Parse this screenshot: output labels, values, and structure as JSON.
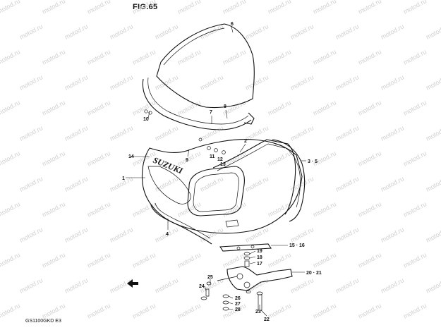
{
  "figure": {
    "title": "FIG.65",
    "model_code": "GS1100GKD E3"
  },
  "watermark": {
    "text": "motod.ru"
  },
  "brand_badge": {
    "text": "SUZUKI"
  },
  "callouts": [
    {
      "id": "c6",
      "text": "6"
    },
    {
      "id": "c7",
      "text": "7"
    },
    {
      "id": "c8",
      "text": "8"
    },
    {
      "id": "c10",
      "text": "10"
    },
    {
      "id": "c9",
      "text": "9"
    },
    {
      "id": "c14",
      "text": "14"
    },
    {
      "id": "c1",
      "text": "1"
    },
    {
      "id": "c2",
      "text": "2"
    },
    {
      "id": "c11",
      "text": "11"
    },
    {
      "id": "c12",
      "text": "12"
    },
    {
      "id": "c13",
      "text": "13"
    },
    {
      "id": "c35",
      "text": "3 · 5"
    },
    {
      "id": "c4",
      "text": "4"
    },
    {
      "id": "c1516",
      "text": "15 · 16"
    },
    {
      "id": "c19",
      "text": "19"
    },
    {
      "id": "c18",
      "text": "18"
    },
    {
      "id": "c17",
      "text": "17"
    },
    {
      "id": "c2021",
      "text": "20 · 21"
    },
    {
      "id": "c25",
      "text": "25"
    },
    {
      "id": "c24",
      "text": "24"
    },
    {
      "id": "c26",
      "text": "26"
    },
    {
      "id": "c27",
      "text": "27"
    },
    {
      "id": "c28",
      "text": "28"
    },
    {
      "id": "c23",
      "text": "23"
    },
    {
      "id": "c22",
      "text": "22"
    }
  ]
}
